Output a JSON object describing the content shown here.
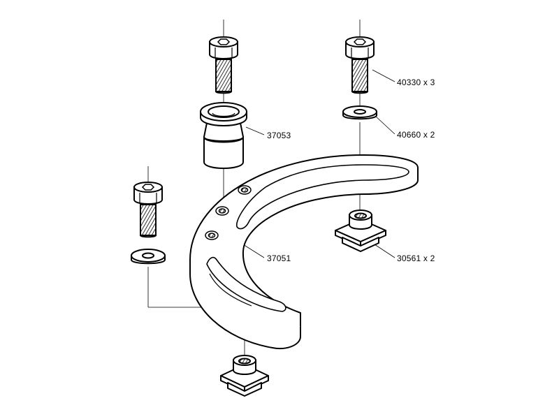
{
  "callouts": {
    "bolt": "40330 x 3",
    "washer": "40660 x 2",
    "spacer": "37053",
    "bracket": "37051",
    "nut": "30561 x 2"
  },
  "colors": {
    "ink": "#000000",
    "fill": "#ffffff",
    "shade": "#d9d9d9"
  },
  "icons": [
    "cap-screw",
    "washer",
    "spacer-bushing",
    "curved-bracket",
    "t-slot-nut"
  ]
}
